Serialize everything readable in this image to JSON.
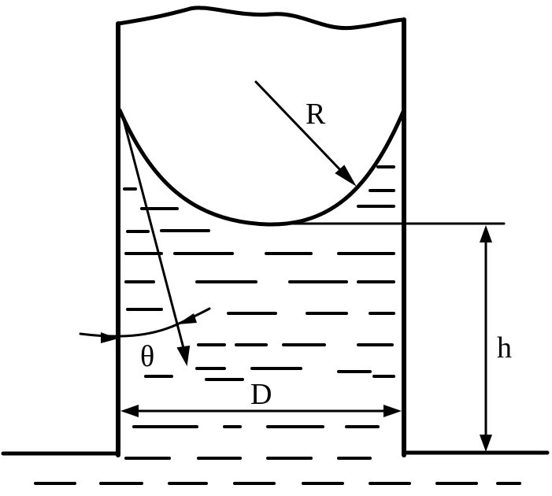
{
  "labels": {
    "radius": "R",
    "height": "h",
    "diameter": "D",
    "contact_angle": "θ"
  },
  "colors": {
    "ink": "#000000",
    "background": "#ffffff"
  }
}
